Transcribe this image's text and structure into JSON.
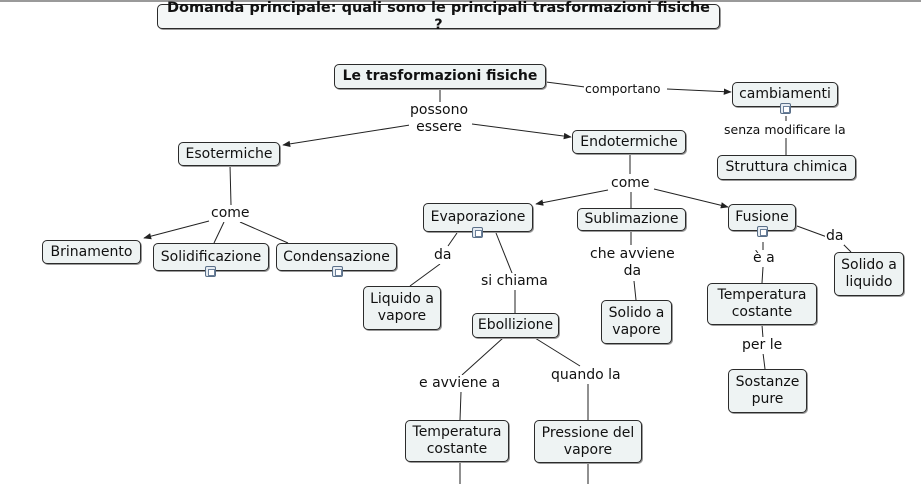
{
  "question": "Domanda principale: quali sono le principali trasformazioni fisiche ?",
  "nodes": {
    "root": "Le trasformazioni fisiche",
    "cambiamenti": "cambiamenti",
    "struttura": "Struttura chimica",
    "esotermiche": "Esotermiche",
    "endotermiche": "Endotermiche",
    "brinamento": "Brinamento",
    "solidificazione": "Solidificazione",
    "condensazione": "Condensazione",
    "evaporazione": "Evaporazione",
    "sublimazione": "Sublimazione",
    "fusione": "Fusione",
    "liquido_vapore": "Liquido a\nvapore",
    "ebollizione": "Ebollizione",
    "solido_vapore": "Solido a\nvapore",
    "temperatura_costante_1": "Temperatura\ncostante",
    "solido_liquido": "Solido a\nliquido",
    "sostanze_pure": "Sostanze\npure",
    "temperatura_costante_2": "Temperatura\ncostante",
    "pressione_vapore": "Pressione del\nvapore"
  },
  "links": {
    "comportano": "comportano",
    "senza_modificare": "senza modificare la",
    "possono_essere": "possono\nessere",
    "come_eso": "come",
    "come_endo": "come",
    "da_evap": "da",
    "si_chiama": "si chiama",
    "che_avviene_da": "che avviene\nda",
    "e_a": "è a",
    "da_fusione": "da",
    "per_le": "per le",
    "e_avviene_a": "e avviene a",
    "quando_la": "quando la"
  },
  "icons": {
    "attachment": "resource-attachment-icon"
  },
  "colors": {
    "node_fill": "#eef3f3",
    "node_border": "#2b2b2b",
    "line": "#222222"
  }
}
